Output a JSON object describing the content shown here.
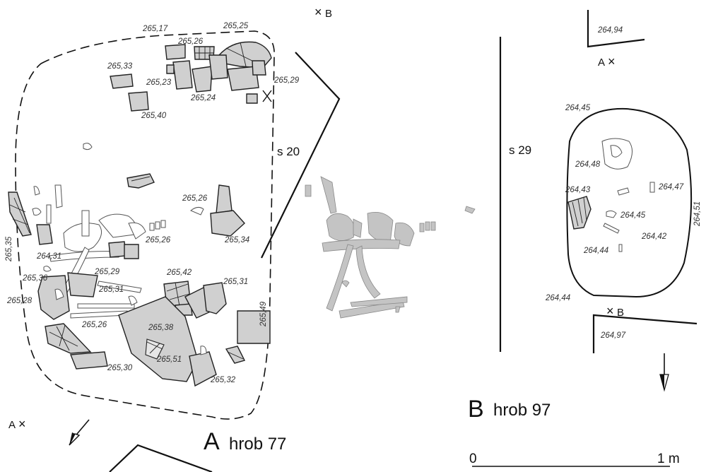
{
  "plan_a": {
    "title_letter": "A",
    "title_text": "hrob 77",
    "section_label": "s 20",
    "marker_a": "A",
    "marker_b": "B",
    "elevations": [
      "265,17",
      "265,25",
      "265,26",
      "265,33",
      "265,23",
      "265,29",
      "265,24",
      "265,40",
      "265,26",
      "265,35",
      "265,34",
      "264,31",
      "265,26",
      "265,29",
      "265,36",
      "265,42",
      "265,31",
      "265,31",
      "265,49",
      "265,28",
      "265,26",
      "265,38",
      "265,51",
      "265,30",
      "265,32"
    ]
  },
  "plan_b": {
    "title_letter": "B",
    "title_text": "hrob 97",
    "section_label": "s 29",
    "marker_a": "A",
    "marker_b": "B",
    "elevations": [
      "264,94",
      "264,45",
      "264,48",
      "264,43",
      "264,47",
      "264,45",
      "264,42",
      "264,51",
      "264,44",
      "264,44",
      "264,97"
    ]
  },
  "scale": {
    "start": "0",
    "end": "1 m"
  },
  "icons": [
    "north-arrow-icon",
    "north-arrow-icon",
    "cross-marker-icon"
  ]
}
